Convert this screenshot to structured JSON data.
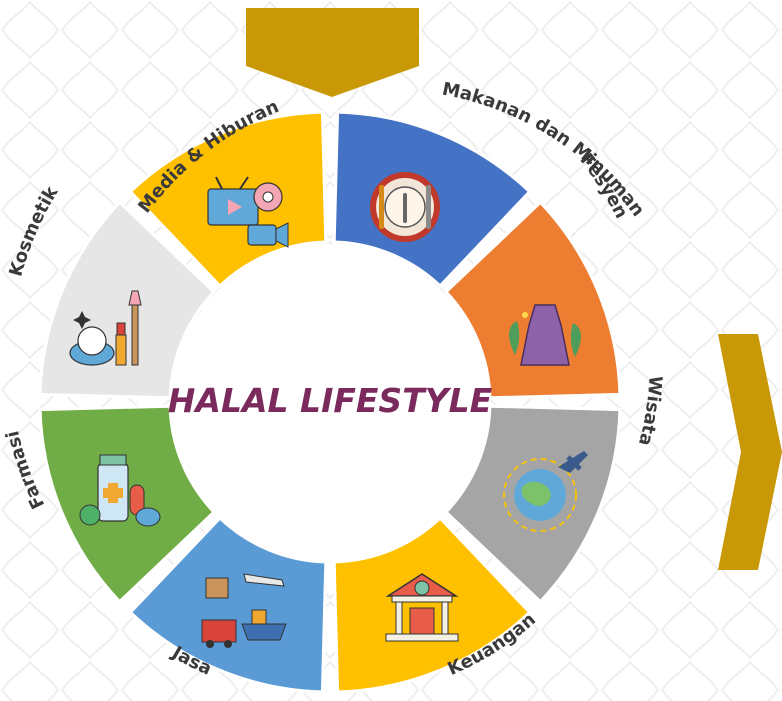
{
  "center_title": "HALAL LIFESTYLE",
  "colors": {
    "title": "#7b2a5d",
    "arrow": "#c99806",
    "label": "#3a3a3a",
    "pattern": "#eeeeee"
  },
  "segments": [
    {
      "key": "makanan",
      "label": "Makanan dan Minuman",
      "color": "#4472c4",
      "icon": "plate-cutlery-icon"
    },
    {
      "key": "fesyen",
      "label": "Fesyen",
      "color": "#ed7d31",
      "icon": "dress-icon"
    },
    {
      "key": "wisata",
      "label": "Wisata",
      "color": "#a5a5a5",
      "icon": "globe-airplane-icon"
    },
    {
      "key": "keuangan",
      "label": "Keuangan",
      "color": "#ffc000",
      "icon": "bank-icon"
    },
    {
      "key": "jasa",
      "label": "Jasa",
      "color": "#5b9bd5",
      "icon": "logistics-icon"
    },
    {
      "key": "farmasi",
      "label": "Farmasi",
      "color": "#70ad47",
      "icon": "medicine-icon"
    },
    {
      "key": "kosmetik",
      "label": "Kosmetik",
      "color": "#e7e6e6",
      "icon": "cosmetics-icon"
    },
    {
      "key": "media",
      "label": "Media & Hiburan",
      "color": "#ffc000",
      "icon": "media-tv-icon"
    }
  ]
}
